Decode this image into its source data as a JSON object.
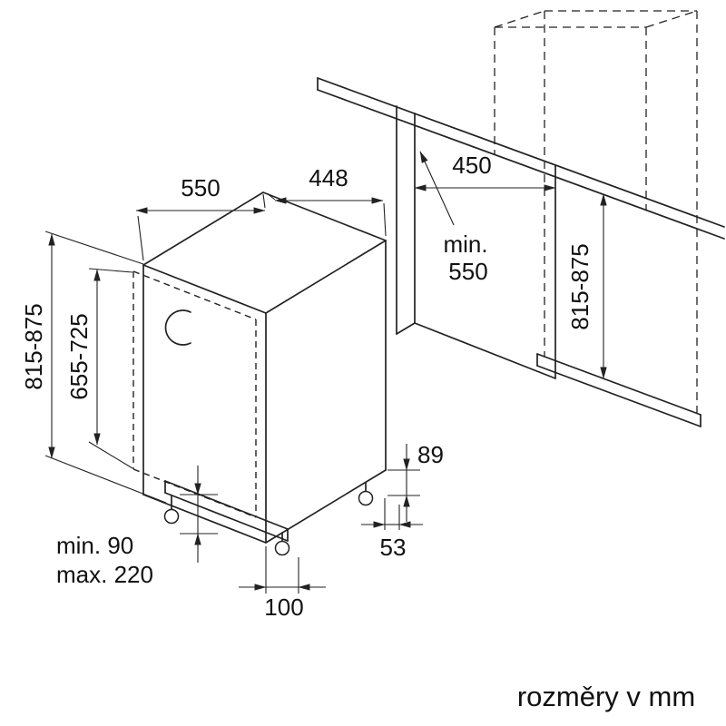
{
  "labels": {
    "depth_top": "550",
    "width_top": "448",
    "niche_width": "450",
    "min_depth_1": "min.",
    "min_depth_2": "550",
    "height_left": "815-875",
    "panel_height": "655-725",
    "height_right": "815-875",
    "base_height": "89",
    "rear_foot_offset": "53",
    "front_foot_offset": "100",
    "plinth_min": "min. 90",
    "plinth_max": "max. 220"
  },
  "footer": {
    "units_note": "rozměry v mm"
  },
  "colors": {
    "line": "#222222",
    "text": "#111111",
    "background": "#ffffff"
  }
}
